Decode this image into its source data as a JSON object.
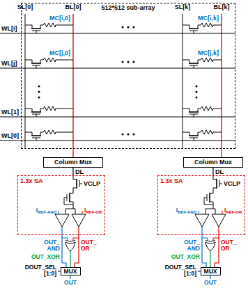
{
  "diagram": {
    "nodes": [
      {
        "text": [
          "512*512 sub-array"
        ]
      },
      {
        "text": [
          "Column Mux"
        ]
      },
      {
        "text": [
          "Column Mux"
        ]
      },
      {
        "text": [
          "1.3x SA"
        ]
      },
      {
        "text": [
          "1.3x SA"
        ]
      },
      {
        "text": [
          "MUX"
        ]
      },
      {
        "text": [
          "MUX"
        ]
      }
    ],
    "edges": [
      {
        "from": 0,
        "to": 1,
        "arrow": "none"
      },
      {
        "from": 0,
        "to": 2,
        "arrow": "none"
      },
      {
        "from": 1,
        "to": 3,
        "label": "DL",
        "arrow": "none"
      },
      {
        "from": 2,
        "to": 4,
        "label": "DL",
        "arrow": "none"
      },
      {
        "from": 3,
        "to": 5,
        "arrow": "none"
      },
      {
        "from": 4,
        "to": 6,
        "arrow": "none"
      }
    ],
    "labels": [
      "SL[0]",
      "BL[0]",
      "SL[k]",
      "BL[k]",
      "WL[i]",
      "WL[j]",
      "WL[1]",
      "WL[0]",
      "MC[i,0]",
      "MC[j,0]",
      "MC[i,k]",
      "MC[j,k]",
      "VCLP",
      "I",
      "REF-AND",
      "I",
      "REF-OR",
      "OUT_ AND",
      "OUT_ OR",
      "OUT_XOR",
      "DOUT_SEL [1:0]",
      "OUT",
      "VCLP",
      "I",
      "REF-AND",
      "I",
      "REF-OR",
      "OUT_ AND",
      "OUT_ OR",
      "OUT_XOR",
      "DOUT_SEL [1:0]",
      "OUT"
    ]
  }
}
